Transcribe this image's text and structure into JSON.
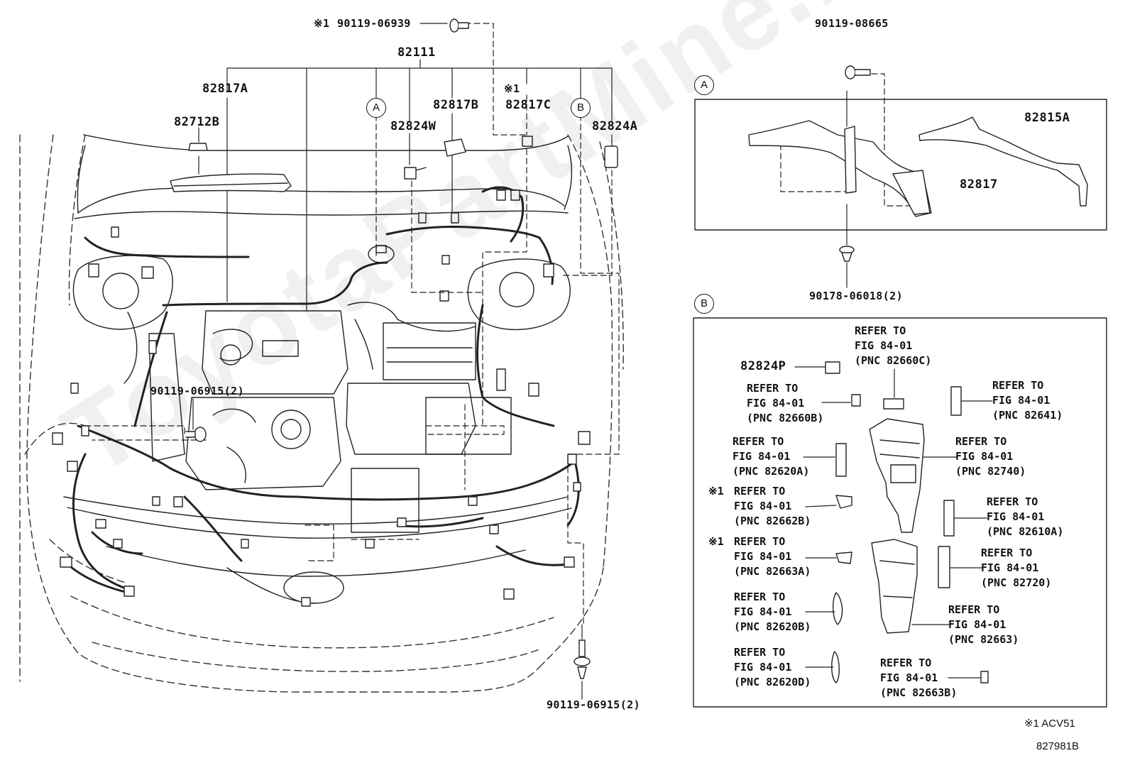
{
  "watermark": "ToyotaPartMine.ru",
  "main": {
    "part_82111": "82111",
    "part_82817A": "82817A",
    "part_82712B": "82712B",
    "part_82817B": "82817B",
    "part_82824W": "82824W",
    "part_82817C": "82817C",
    "part_82817C_note": "※1",
    "part_82824A": "82824A",
    "bolt_top_note": "※1",
    "bolt_top": "90119-06939",
    "bolt_left": "90119-06915(2)",
    "bolt_bottom": "90119-06915(2)",
    "callout_a": "A",
    "callout_b": "B"
  },
  "detail_a": {
    "marker": "A",
    "bolt": "90119-08665",
    "part_82815A": "82815A",
    "part_82817": "82817",
    "clip": "90178-06018(2)"
  },
  "detail_b": {
    "marker": "B",
    "part_82824P": "82824P",
    "refs": [
      {
        "note": "",
        "l1": "REFER TO",
        "l2": "FIG 84-01",
        "l3": "(PNC 82660C)"
      },
      {
        "note": "",
        "l1": "REFER TO",
        "l2": "FIG 84-01",
        "l3": "(PNC 82660B)"
      },
      {
        "note": "",
        "l1": "REFER TO",
        "l2": "FIG 84-01",
        "l3": "(PNC 82641)"
      },
      {
        "note": "",
        "l1": "REFER TO",
        "l2": "FIG 84-01",
        "l3": "(PNC 82620A)"
      },
      {
        "note": "",
        "l1": "REFER TO",
        "l2": "FIG 84-01",
        "l3": "(PNC 82740)"
      },
      {
        "note": "※1",
        "l1": "REFER TO",
        "l2": "FIG 84-01",
        "l3": "(PNC 82662B)"
      },
      {
        "note": "",
        "l1": "REFER TO",
        "l2": "FIG 84-01",
        "l3": "(PNC 82610A)"
      },
      {
        "note": "※1",
        "l1": "REFER TO",
        "l2": "FIG 84-01",
        "l3": "(PNC 82663A)"
      },
      {
        "note": "",
        "l1": "REFER TO",
        "l2": "FIG 84-01",
        "l3": "(PNC 82720)"
      },
      {
        "note": "",
        "l1": "REFER TO",
        "l2": "FIG 84-01",
        "l3": "(PNC 82620B)"
      },
      {
        "note": "",
        "l1": "REFER TO",
        "l2": "FIG 84-01",
        "l3": "(PNC 82663)"
      },
      {
        "note": "",
        "l1": "REFER TO",
        "l2": "FIG 84-01",
        "l3": "(PNC 82620D)"
      },
      {
        "note": "",
        "l1": "REFER TO",
        "l2": "FIG 84-01",
        "l3": "(PNC 82663B)"
      }
    ]
  },
  "footer": {
    "note": "※1 ACV51",
    "code": "827981B"
  }
}
